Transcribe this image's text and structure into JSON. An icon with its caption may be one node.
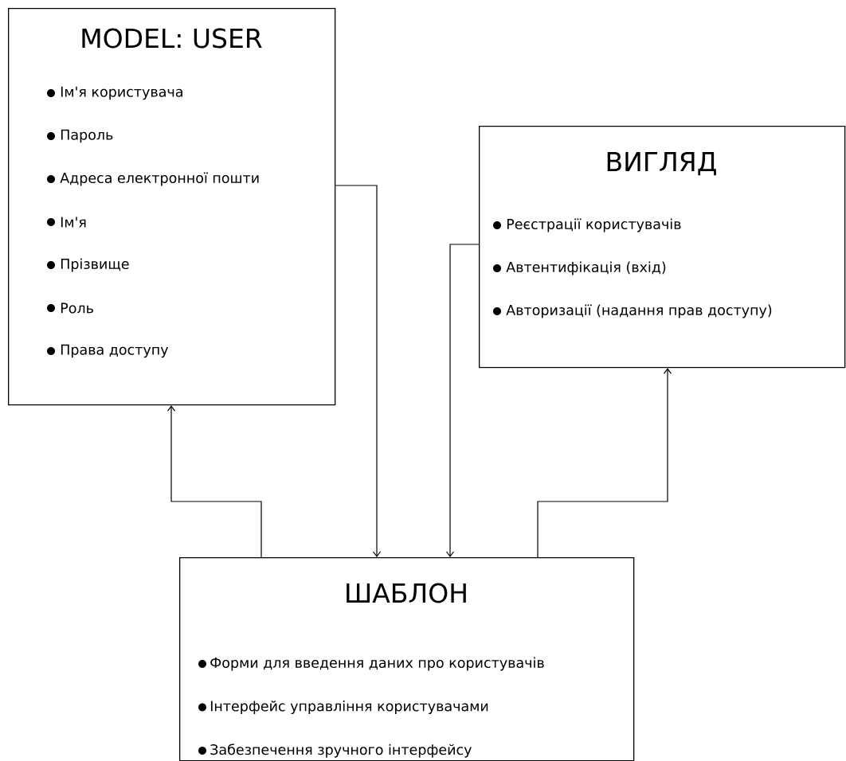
{
  "diagram": {
    "nodes": [
      {
        "text": [
          "MODEL: USER",
          "Ім'я користувача",
          "Пароль",
          "Адреса електронної пошти",
          "Ім'я",
          "Прізвище",
          "Роль",
          "Права доступу"
        ]
      },
      {
        "text": [
          "ВИГЛЯД",
          "Реєстрації користувачів",
          "Автентифікація (вхід)",
          "Авторизації (надання прав доступу)"
        ]
      },
      {
        "text": [
          "ШАБЛОН",
          "Форми для введення даних про користувачів",
          "Інтерфейс управління користувачами",
          "Забезпечення зручного інтерфейсу"
        ]
      }
    ],
    "edges": [
      {
        "from": 2,
        "to": 0,
        "arrow": "to"
      },
      {
        "from": 0,
        "to": 2,
        "arrow": "to"
      },
      {
        "from": 1,
        "to": 2,
        "arrow": "to"
      },
      {
        "from": 2,
        "to": 1,
        "arrow": "to"
      }
    ]
  }
}
